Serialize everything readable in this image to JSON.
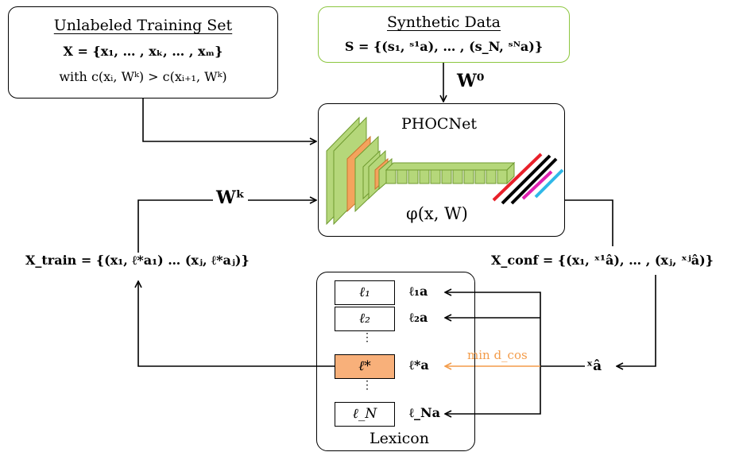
{
  "unlabeled": {
    "title": "Unlabeled Training Set",
    "line1": "X = {x₁, … , xₖ, … , xₘ}",
    "line2": "with c(xᵢ, Wᵏ) > c(xᵢ₊₁, Wᵏ)"
  },
  "synthetic": {
    "title": "Synthetic Data",
    "line1": "S = {(s₁, ˢ¹a), … , (s_N, ˢᴺa)}"
  },
  "w0": "W⁰",
  "wk": "Wᵏ",
  "phocnet": {
    "title": "PHOCNet",
    "formula": "φ(x, W)"
  },
  "x_train": "X_train = {(x₁, ℓ*a₁) … (xⱼ, ℓ*aⱼ)}",
  "x_conf": "X_conf = {(x₁, ˣ¹â), … , (xⱼ, ˣʲâ)}",
  "lexicon": {
    "title": "Lexicon",
    "entries": [
      "ℓ₁",
      "ℓ₂",
      "ℓ*",
      "ℓ_N"
    ],
    "attributes": [
      "ℓ₁a",
      "ℓ₂a",
      "ℓ*a",
      "ℓ_Na"
    ],
    "vdots": [
      "⋮",
      "⋮"
    ]
  },
  "min_dcos": "min d_cos",
  "x_hat": "ˣâ",
  "colors": {
    "green_border": "#8cc63f",
    "layer_fill": "#b5d77a",
    "layer_stroke": "#6e9a2e",
    "highlight_layer": "#f4a35d",
    "selected_entry": "#f8b07a",
    "min_arrow": "#f39c4a",
    "fc_red": "#e8202a",
    "fc_black": "#000000",
    "fc_magenta": "#e020b0",
    "fc_cyan": "#30b8e8"
  }
}
